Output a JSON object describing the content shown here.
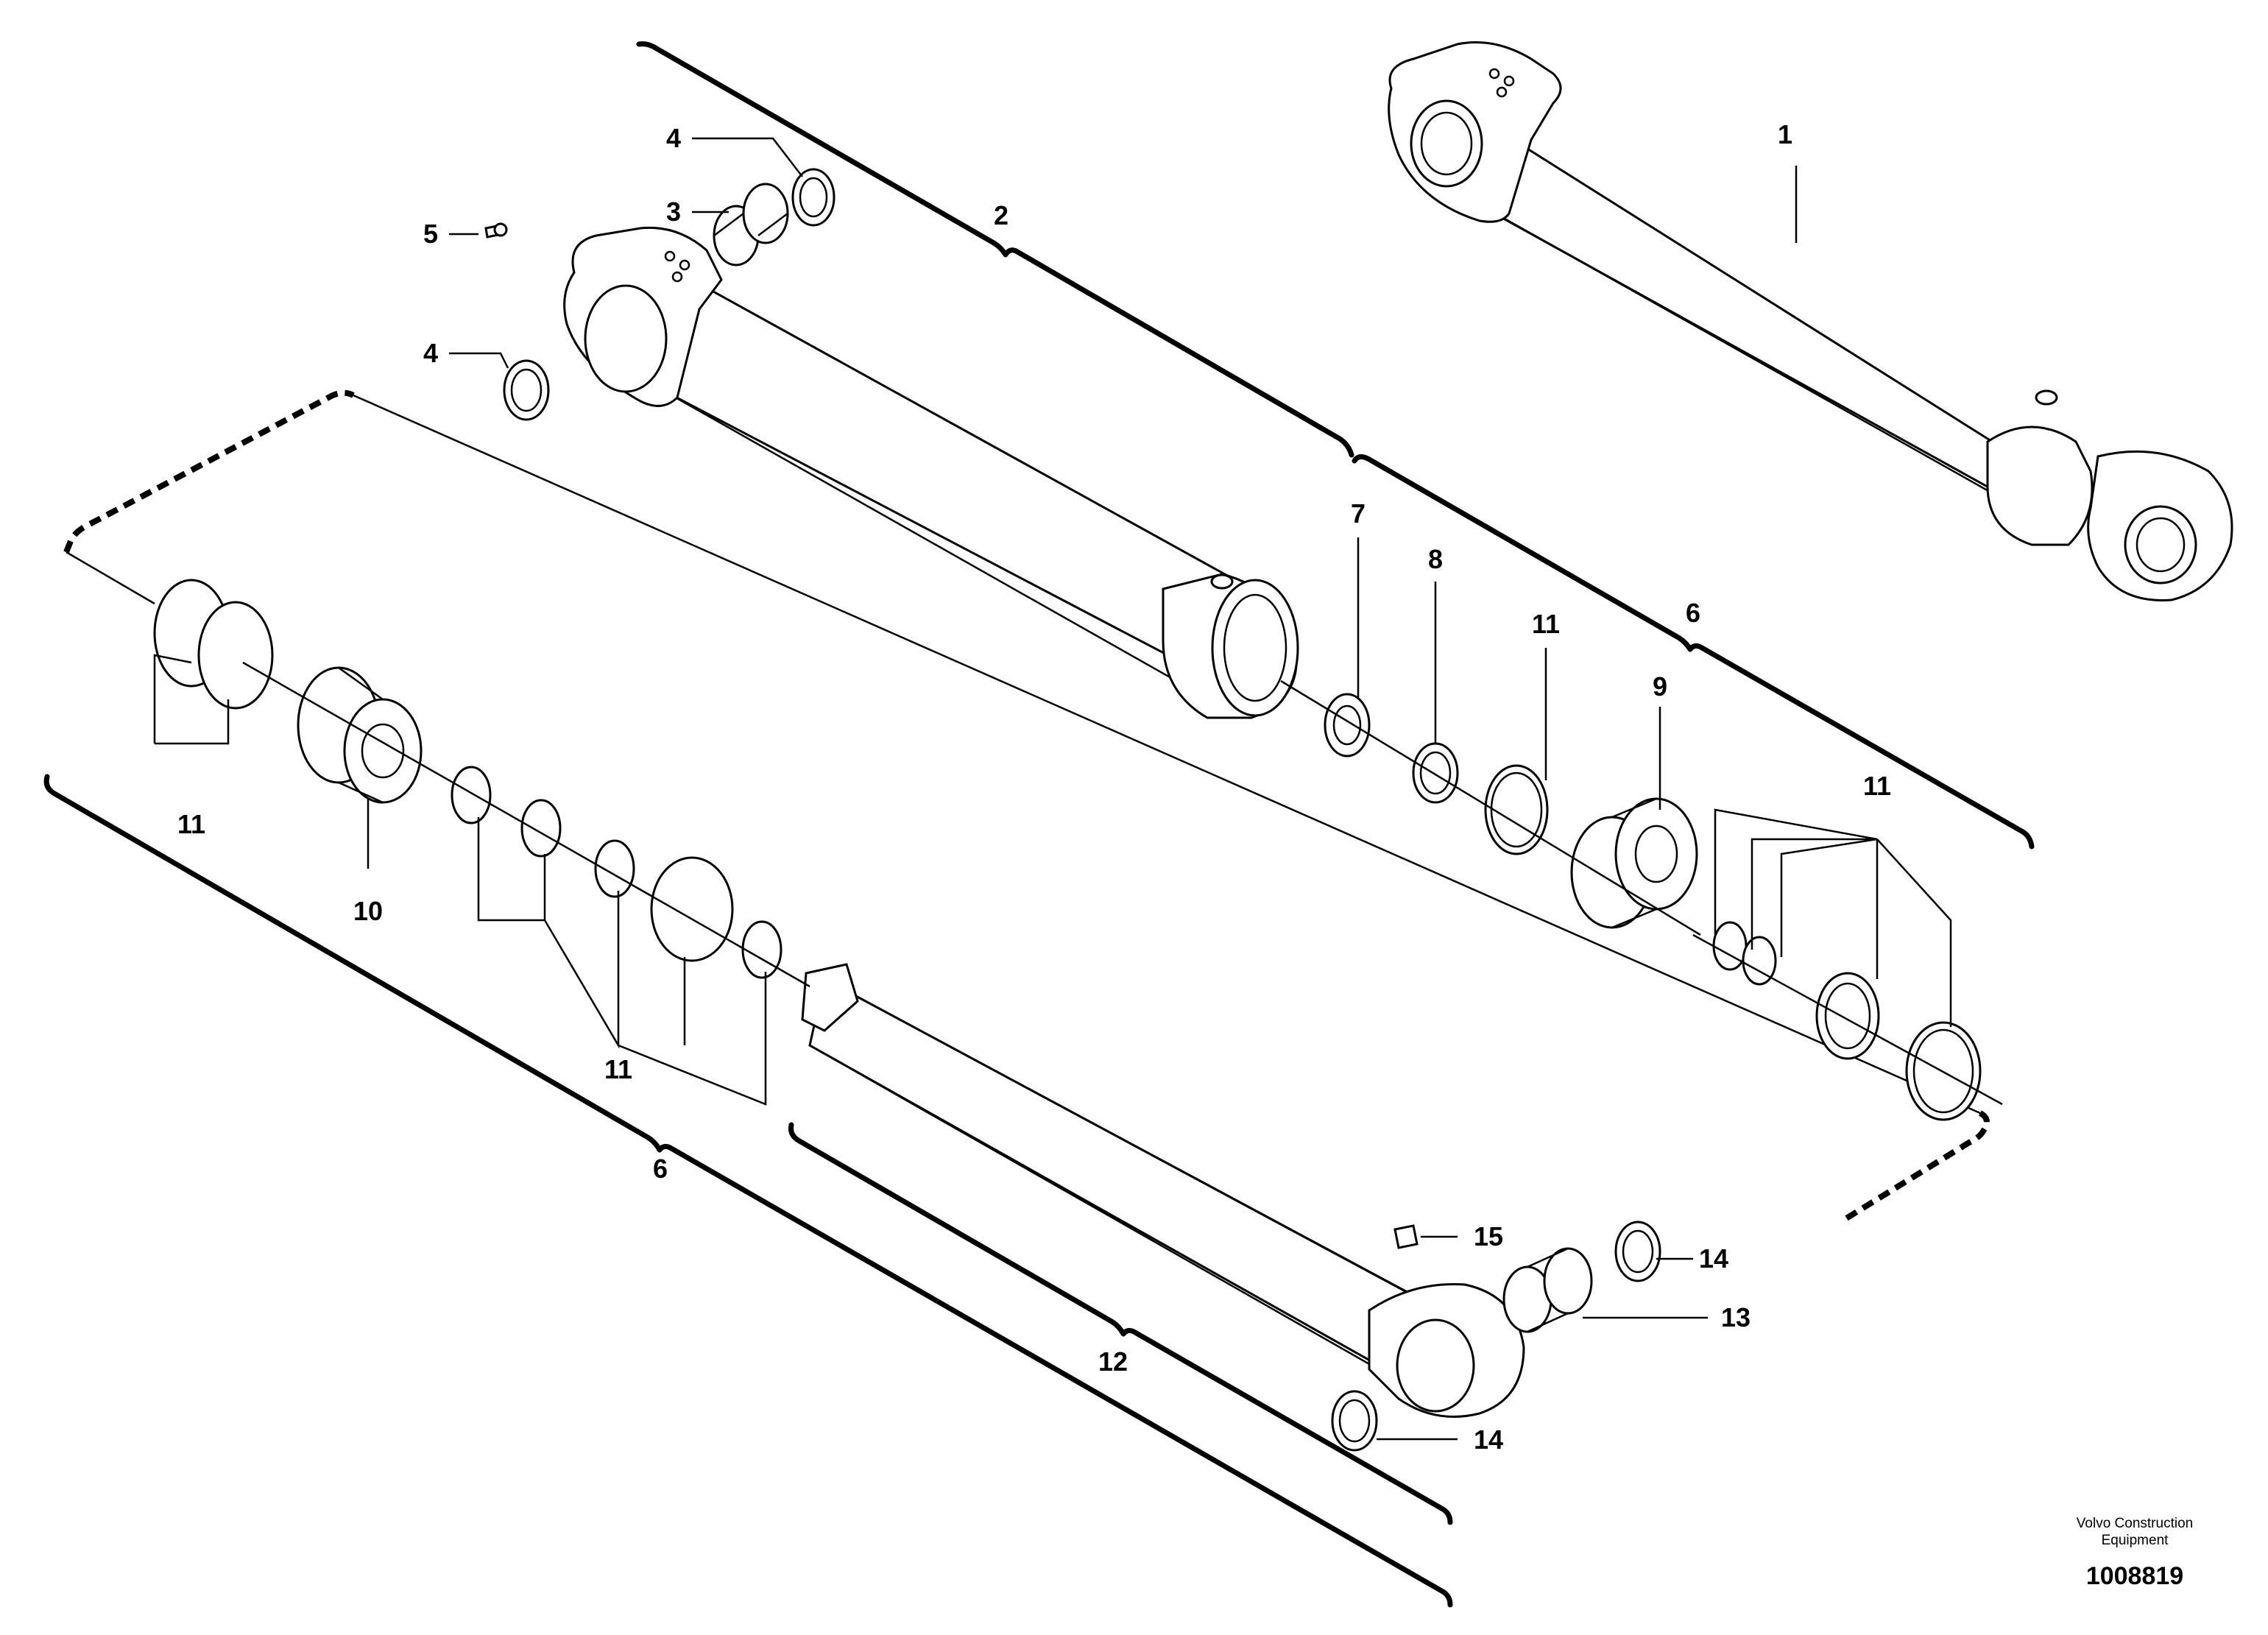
{
  "diagram": {
    "brand": [
      "Volvo Construction",
      "Equipment"
    ],
    "document_number": "1008819",
    "callouts": {
      "c1": "1",
      "c2": "2",
      "c3": "3",
      "c4a": "4",
      "c4b": "4",
      "c5": "5",
      "c6a": "6",
      "c6b": "6",
      "c7": "7",
      "c8": "8",
      "c9": "9",
      "c10": "10",
      "c11a": "11",
      "c11b": "11",
      "c11c": "11",
      "c11d": "11",
      "c12": "12",
      "c13": "13",
      "c14a": "14",
      "c14b": "14",
      "c15": "15"
    }
  }
}
